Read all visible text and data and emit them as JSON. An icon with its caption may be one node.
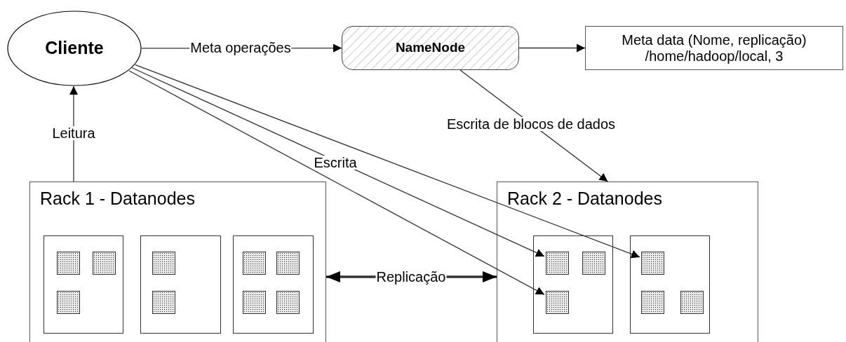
{
  "diagram": {
    "nodes": [
      {
        "text": [
          "Cliente"
        ]
      },
      {
        "text": [
          "NameNode"
        ]
      },
      {
        "text": [
          "Meta data (Nome, replicação) /home/hadoop/local, 3"
        ]
      },
      {
        "text": [
          "Rack 1 - Datanodes"
        ]
      },
      {
        "text": [],
        "shape": "box",
        "in": 3
      },
      {
        "text": [],
        "shape": "box",
        "in": 4
      },
      {
        "text": [],
        "shape": "box",
        "in": 4
      },
      {
        "text": [],
        "shape": "box",
        "in": 4
      },
      {
        "text": [],
        "shape": "box",
        "in": 3
      },
      {
        "text": [],
        "shape": "box",
        "in": 8
      },
      {
        "text": [],
        "shape": "box",
        "in": 8
      },
      {
        "text": [],
        "shape": "box",
        "in": 3
      },
      {
        "text": [],
        "shape": "box",
        "in": 11
      },
      {
        "text": [],
        "shape": "box",
        "in": 11
      },
      {
        "text": [],
        "shape": "box",
        "in": 11
      },
      {
        "text": [],
        "shape": "box",
        "in": 11
      },
      {
        "text": [
          "Rack 2 - Datanodes"
        ]
      },
      {
        "text": [],
        "shape": "box",
        "in": 16
      },
      {
        "text": [],
        "shape": "box",
        "in": 17
      },
      {
        "text": [],
        "shape": "box",
        "in": 17
      },
      {
        "text": [],
        "shape": "box",
        "in": 17
      },
      {
        "text": [],
        "shape": "box",
        "in": 16
      },
      {
        "text": [],
        "shape": "box",
        "in": 21
      },
      {
        "text": [],
        "shape": "box",
        "in": 21
      },
      {
        "text": [],
        "shape": "box",
        "in": 21
      }
    ],
    "edges": [
      {
        "from": 0,
        "to": 1,
        "arrow": "to",
        "label": "Meta operações"
      },
      {
        "from": 1,
        "to": 2,
        "arrow": "to"
      },
      {
        "from": 1,
        "to": 16,
        "arrow": "to",
        "label": "Escrita de blocos de dados"
      },
      {
        "from": 3,
        "to": 0,
        "arrow": "to",
        "label": "Leitura"
      },
      {
        "from": 0,
        "to": 18,
        "arrow": "to",
        "label": "Escrita"
      },
      {
        "from": 0,
        "to": 20,
        "arrow": "to"
      },
      {
        "from": 0,
        "to": 22,
        "arrow": "to"
      },
      {
        "from": 3,
        "to": 16,
        "arrow": "both",
        "label": "Replicação",
        "style": "thick"
      }
    ]
  }
}
